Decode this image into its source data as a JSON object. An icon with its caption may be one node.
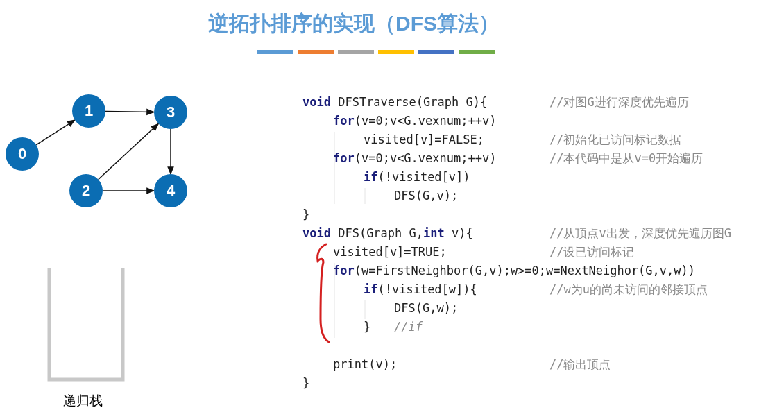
{
  "diagram": {
    "title": "逆拓扑排序的实现（DFS算法）",
    "nodes": [
      {
        "text": [
          "0"
        ]
      },
      {
        "text": [
          "1"
        ]
      },
      {
        "text": [
          "2"
        ]
      },
      {
        "text": [
          "3"
        ]
      },
      {
        "text": [
          "4"
        ]
      },
      {
        "text": [
          "递归栈"
        ]
      }
    ],
    "edges": [
      {
        "from": 0,
        "to": 1,
        "arrow": "to"
      },
      {
        "from": 1,
        "to": 3,
        "arrow": "to"
      },
      {
        "from": 2,
        "to": 3,
        "arrow": "to"
      },
      {
        "from": 2,
        "to": 4,
        "arrow": "to"
      },
      {
        "from": 3,
        "to": 4,
        "arrow": "to"
      }
    ],
    "labels": [
      "**void** DFSTraverse(Graph G){",
      "//对图G进行深度优先遍历",
      "**for**(v=0;v<G.vexnum;++v)",
      "visited[v]=FALSE;",
      "//初始化已访问标记数据",
      "**for**(v=0;v<G.vexnum;++v)",
      "//本代码中是从v=0开始遍历",
      "**if**(!visited[v])",
      "DFS(G,v);",
      "}",
      "**void** DFS(Graph G,**int** v){",
      "//从顶点v出发，深度优先遍历图G",
      "visited[v]=TRUE;",
      "//设已访问标记",
      "**for**(w=FirstNeighbor(G,v);w>=0;w=NextNeighor(G,v,w))",
      "**if**(!visited[w]){",
      "//w为u的尚未访问的邻接顶点",
      "DFS(G,w);",
      "}",
      "//if",
      "print(v);",
      "//输出顶点",
      "}"
    ]
  }
}
